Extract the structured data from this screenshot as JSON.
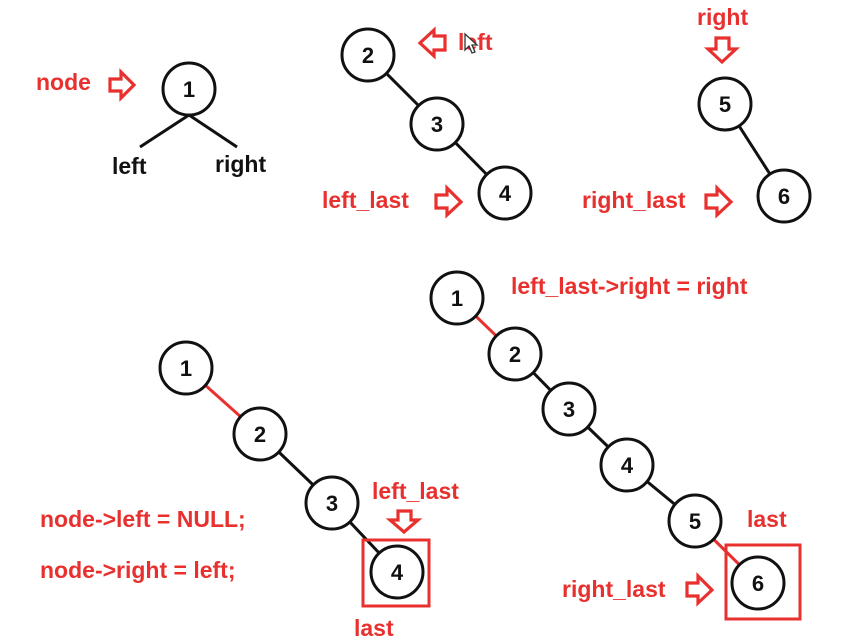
{
  "colors": {
    "accent": "#e8312f",
    "ink": "#111111"
  },
  "labels": {
    "node": "node",
    "left": "left",
    "right": "right",
    "left_branch": "left",
    "right_branch": "right",
    "left_last": "left_last",
    "right_last": "right_last",
    "left_last_bottom": "left_last",
    "last_bottom": "last",
    "last_right": "last",
    "right_last_bottom": "right_last",
    "code_left_null": "node->left = NULL;",
    "code_right_left": "node->right = left;",
    "code_link": "left_last->right = right"
  },
  "nodes": {
    "top_root": "1",
    "left_a": "2",
    "left_b": "3",
    "left_c": "4",
    "right_a": "5",
    "right_b": "6",
    "bl_1": "1",
    "bl_2": "2",
    "bl_3": "3",
    "bl_4": "4",
    "br_1": "1",
    "br_2": "2",
    "br_3": "3",
    "br_4": "4",
    "br_5": "5",
    "br_6": "6"
  },
  "icons": [
    "arrow-right-icon",
    "arrow-left-icon",
    "arrow-down-icon",
    "cursor-icon"
  ]
}
